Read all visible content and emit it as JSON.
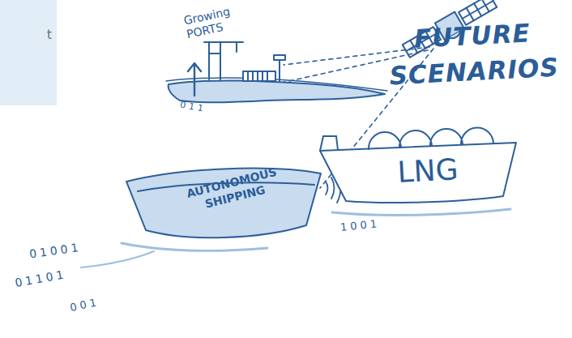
{
  "diagram": {
    "title": "FUTURE SCENARIOS",
    "nodes": [
      {
        "text": [
          "t"
        ]
      },
      {
        "text": [
          "AUTONOMOUS SHIPPING"
        ]
      },
      {
        "text": [
          "LNG"
        ]
      }
    ],
    "labels": [
      "Growing PORTS",
      "011",
      "1001",
      "01001",
      "01101",
      "001"
    ]
  }
}
